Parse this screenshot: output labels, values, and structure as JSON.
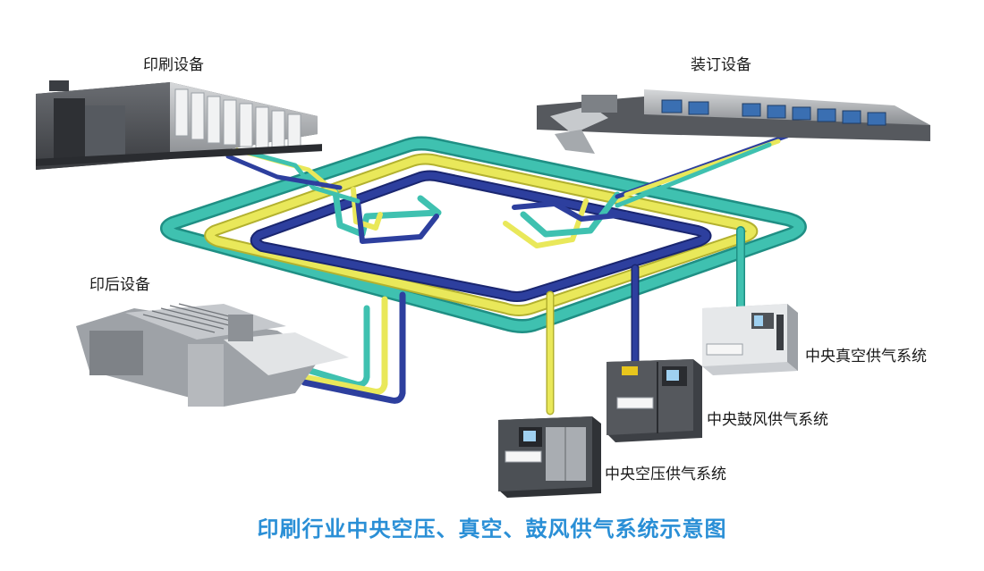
{
  "equipment": {
    "printing": "印刷设备",
    "binding": "装订设备",
    "post_press": "印后设备"
  },
  "systems": {
    "vacuum": "中央真空供气系统",
    "blower": "中央鼓风供气系统",
    "compressed_air": "中央空压供气系统"
  },
  "caption": "印刷行业中央空压、真空、鼓风供气系统示意图",
  "colors": {
    "teal_pipe": "#3fc1b0",
    "yellow_pipe": "#e9e85a",
    "blue_pipe": "#2d3f9e",
    "caption": "#2a8fd6"
  }
}
